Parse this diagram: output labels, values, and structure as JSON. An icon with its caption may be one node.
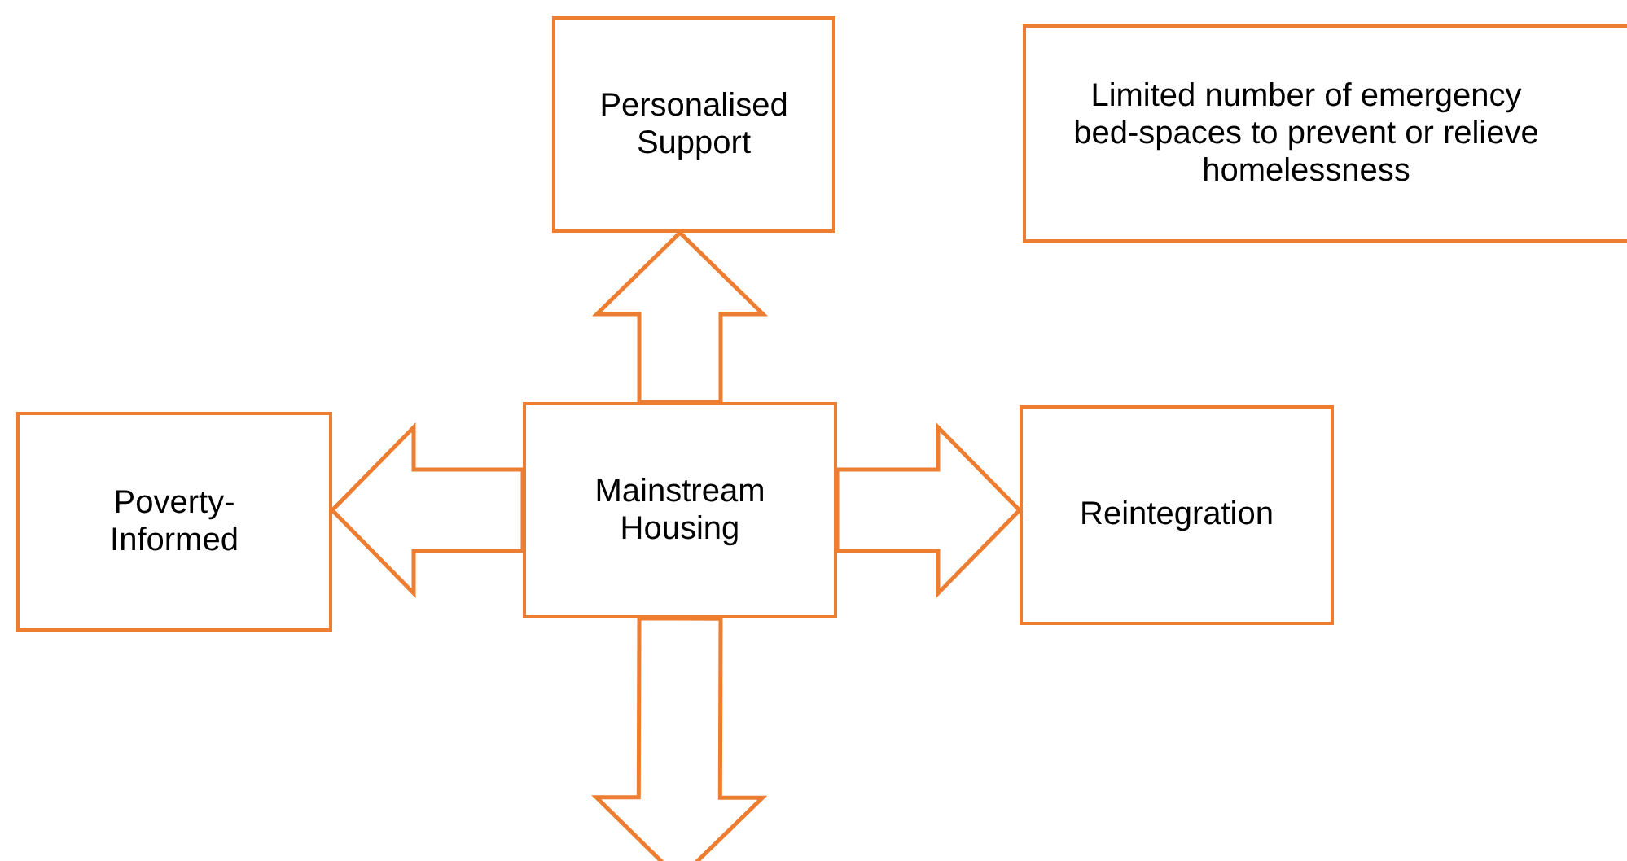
{
  "diagram": {
    "nodes": [
      {
        "text": [
          "Personalised Support"
        ]
      },
      {
        "text": [
          "Limited number of emergency bed-spaces to prevent or relieve homelessness"
        ]
      },
      {
        "text": [
          "Poverty-Informed"
        ]
      },
      {
        "text": [
          "Mainstream Housing"
        ]
      },
      {
        "text": [
          "Reintegration"
        ]
      }
    ],
    "edges": [
      {
        "from": 3,
        "to": 0,
        "arrow": "to"
      },
      {
        "from": 3,
        "to": 2,
        "arrow": "to"
      },
      {
        "from": 3,
        "to": 4,
        "arrow": "to"
      },
      {
        "from": 3,
        "to": null,
        "arrow": "to"
      }
    ]
  }
}
